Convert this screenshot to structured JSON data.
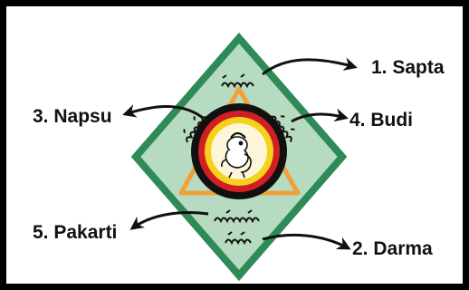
{
  "labels": {
    "sapta": "1. Sapta",
    "darma": "2. Darma",
    "napsu": "3. Napsu",
    "budi": "4. Budi",
    "pakarti": "5. Pakarti"
  },
  "colors": {
    "diamond_border": "#2e8b57",
    "diamond_fill": "#b7dbc0",
    "triangle": "#f0a23a",
    "ring_black": "#111111",
    "ring_red": "#d21f26",
    "ring_yellow": "#f4d21c",
    "center": "#fdf6d8"
  }
}
